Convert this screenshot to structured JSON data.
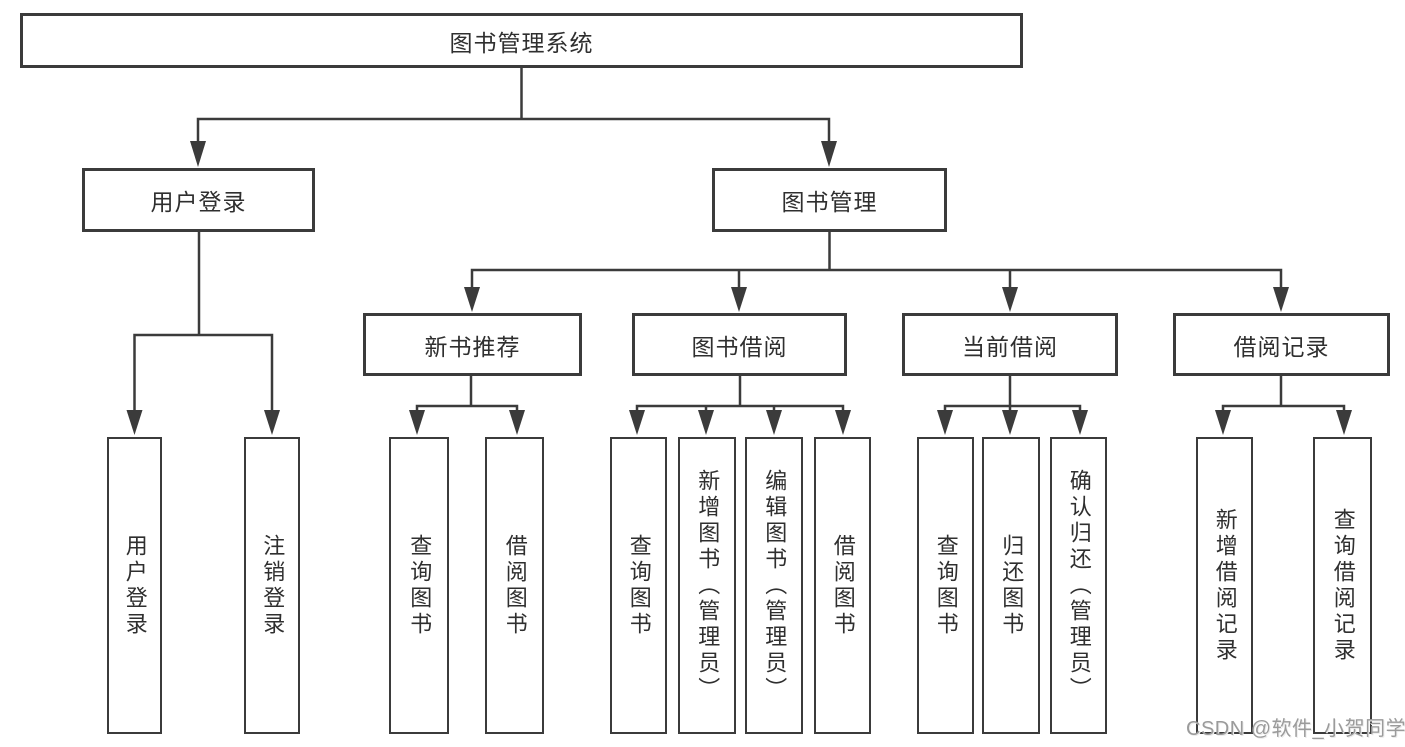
{
  "diagram": {
    "root": {
      "label": "图书管理系统"
    },
    "branches": [
      {
        "label": "用户登录",
        "children": [
          {
            "label": "用户登录"
          },
          {
            "label": "注销登录"
          }
        ]
      },
      {
        "label": "图书管理",
        "children": [
          {
            "label": "新书推荐",
            "children": [
              {
                "label": "查询图书"
              },
              {
                "label": "借阅图书"
              }
            ]
          },
          {
            "label": "图书借阅",
            "children": [
              {
                "label": "查询图书"
              },
              {
                "label": "新增图书（管理员）"
              },
              {
                "label": "编辑图书（管理员）"
              },
              {
                "label": "借阅图书"
              }
            ]
          },
          {
            "label": "当前借阅",
            "children": [
              {
                "label": "查询图书"
              },
              {
                "label": "归还图书"
              },
              {
                "label": "确认归还（管理员）"
              }
            ]
          },
          {
            "label": "借阅记录",
            "children": [
              {
                "label": "新增借阅记录"
              },
              {
                "label": "查询借阅记录"
              }
            ]
          }
        ]
      }
    ]
  },
  "watermark": {
    "text": "CSDN @软件_小贺同学"
  },
  "colors": {
    "line": "#3b3b3b",
    "text": "#2f2f2f",
    "background": "#ffffff",
    "watermark": "#9b9b9b"
  }
}
